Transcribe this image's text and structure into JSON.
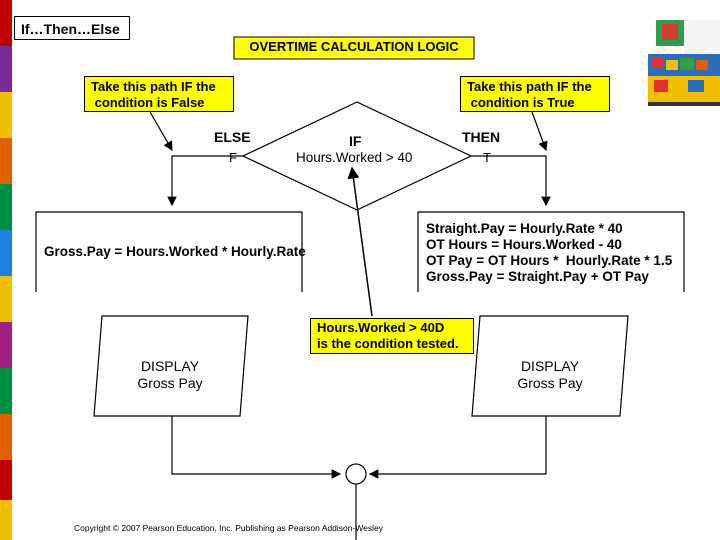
{
  "slide": {
    "tab_title": "If…Then…Else",
    "heading": "OVERTIME CALCULATION LOGIC",
    "callouts": {
      "false_path": [
        "Take this path IF the",
        " condition is False"
      ],
      "true_path": [
        "Take this path IF the",
        " condition is True"
      ],
      "condition_note": [
        "Hours.Worked > 40D",
        "is the condition tested."
      ]
    },
    "decision": {
      "title": "IF",
      "condition": "Hours.Worked > 40",
      "else_label": "ELSE",
      "false_letter": "F",
      "then_label": "THEN",
      "true_letter": "T"
    },
    "false_process": "Gross.Pay = Hours.Worked * Hourly.Rate",
    "true_process": [
      "Straight.Pay = Hourly.Rate * 40",
      "OT Hours = Hours.Worked - 40",
      "OT Pay = OT Hours *  Hourly.Rate * 1.5",
      "Gross.Pay = Straight.Pay + OT Pay"
    ],
    "display_left": [
      "DISPLAY",
      "Gross Pay"
    ],
    "display_right": [
      "DISPLAY",
      "Gross Pay"
    ],
    "copyright": "Copyright © 2007 Pearson Education, Inc. Publishing as Pearson Addison-Wesley"
  },
  "colors": {
    "callout_fill": "#ffff00",
    "stripe_colors": [
      "#c00000",
      "#f0c000",
      "#009040",
      "#e06000",
      "#2080e0",
      "#a02080"
    ]
  }
}
